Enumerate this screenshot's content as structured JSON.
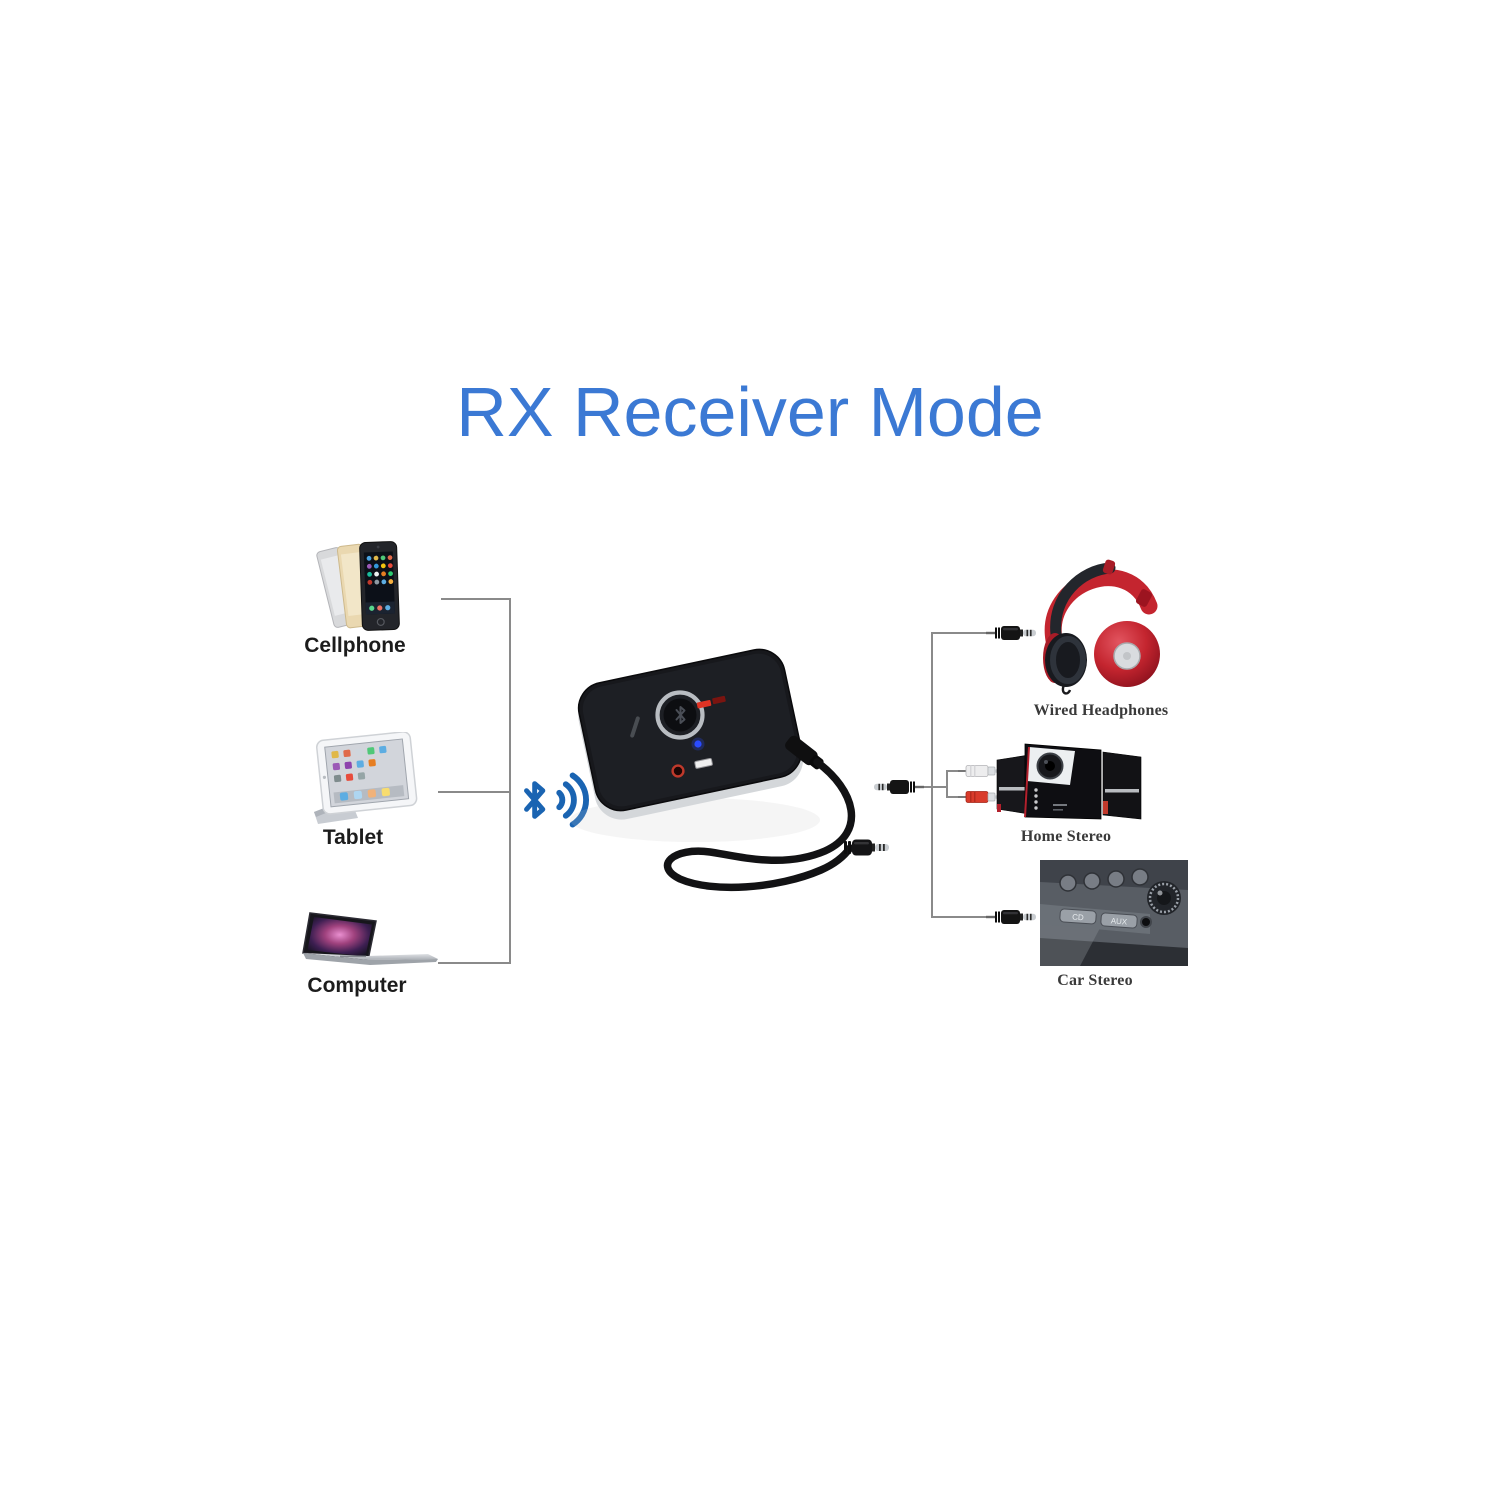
{
  "title": {
    "text": "RX Receiver Mode"
  },
  "sources": [
    {
      "label": "Cellphone"
    },
    {
      "label": "Tablet"
    },
    {
      "label": "Computer"
    }
  ],
  "outputs": [
    {
      "label": "Wired Headphones"
    },
    {
      "label": "Home Stereo"
    },
    {
      "label": "Car Stereo"
    }
  ],
  "car_stereo": {
    "cd_button": "CD",
    "aux_button": "AUX"
  },
  "icons": {
    "bluetooth": "bluetooth-icon",
    "waves": "wireless-waves-icon",
    "aux_plug": "aux-plug-icon",
    "rca_white": "rca-plug-white-icon",
    "rca_red": "rca-plug-red-icon"
  },
  "colors": {
    "accent_blue": "#3b79d4",
    "bluetooth_blue": "#1a64b2",
    "line_gray": "#8a8a8a",
    "label_black": "#1c1c1c",
    "sublabel_dark": "#3a3a3a",
    "headphone_red": "#c4252f",
    "rca_red": "#d93b2b",
    "led_blue": "#2a4bff",
    "jack_red": "#c0392b"
  }
}
